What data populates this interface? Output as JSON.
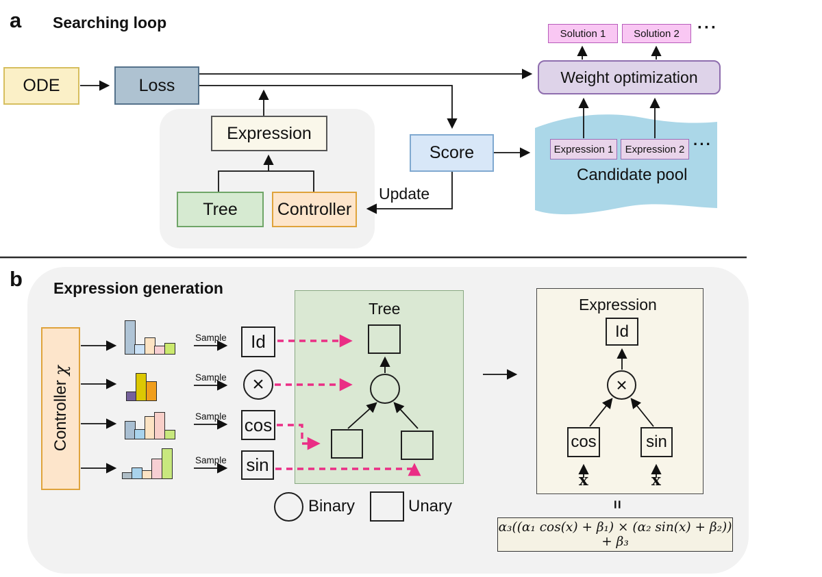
{
  "panel_a": {
    "label": "a",
    "title": "Searching loop",
    "ode": "ODE",
    "loss": "Loss",
    "expression": "Expression",
    "tree": "Tree",
    "controller": "Controller",
    "score": "Score",
    "update": "Update",
    "weight_optimization": "Weight optimization",
    "solutions": [
      "Solution 1",
      "Solution 2"
    ],
    "solutions_ellipsis": "···",
    "pool": {
      "label": "Candidate pool",
      "expressions": [
        "Expression 1",
        "Expression 2"
      ],
      "ellipsis": "···"
    }
  },
  "panel_b": {
    "label": "b",
    "title": "Expression generation",
    "controller": {
      "label": "Controller ",
      "chi": "χ"
    },
    "sample": "Sample",
    "operators": {
      "id": "Id",
      "times": "×",
      "cos": "cos",
      "sin": "sin"
    },
    "tree_panel": {
      "title": "Tree"
    },
    "expression_panel": {
      "title": "Expression",
      "id": "Id",
      "times": "×",
      "cos": "cos",
      "sin": "sin",
      "input": "x"
    },
    "legend": {
      "binary": "Binary",
      "unary": "Unary"
    },
    "equals": "=",
    "formula": "α₃((α₁ cos(x) + β₁) × (α₂ sin(x) + β₂)) + β₃",
    "histograms": [
      {
        "bars": [
          {
            "h": 48,
            "color": "#AFC4D6"
          },
          {
            "h": 13,
            "color": "#CBE2F7"
          },
          {
            "h": 23,
            "color": "#FCE3C3"
          },
          {
            "h": 11,
            "color": "#F7CFD3"
          },
          {
            "h": 15,
            "color": "#CBE96E"
          }
        ]
      },
      {
        "bars": [
          {
            "h": 12,
            "color": "#75619B"
          },
          {
            "h": 39,
            "color": "#DCC803"
          },
          {
            "h": 27,
            "color": "#F09E1C"
          }
        ]
      },
      {
        "bars": [
          {
            "h": 25,
            "color": "#A9BFD2"
          },
          {
            "h": 13,
            "color": "#A9D3EC"
          },
          {
            "h": 32,
            "color": "#FCE3C3"
          },
          {
            "h": 38,
            "color": "#F8CFC9"
          },
          {
            "h": 12,
            "color": "#C8E87E"
          }
        ]
      },
      {
        "bars": [
          {
            "h": 8,
            "color": "#AEBDC6"
          },
          {
            "h": 15,
            "color": "#A9D3EC"
          },
          {
            "h": 11,
            "color": "#FCE3C3"
          },
          {
            "h": 28,
            "color": "#F7CFD3"
          },
          {
            "h": 43,
            "color": "#C8E87E"
          }
        ]
      }
    ]
  },
  "colors": {
    "ode_fill": "#FBF0C7",
    "ode_border": "#D6BE5E",
    "loss_fill": "#AEC2D1",
    "loss_border": "#54718A",
    "score_fill": "#D8E7F8",
    "score_border": "#7FA8D0",
    "weight_opt_fill": "#DED3E9",
    "weight_opt_border": "#8E6DAE",
    "solution_fill": "#F9C7F3",
    "solution_border": "#B75BBB",
    "pool_fill": "#ABD7E8",
    "pool_expr_fill": "#E9D4EA",
    "pool_expr_border": "#9B6BB5",
    "tree_fill": "#D6EAD1",
    "tree_border": "#6FA567",
    "controller_fill": "#FDE5CB",
    "controller_border": "#DFA33B",
    "green_panel_fill": "#DAE8D3",
    "green_panel_border": "#88A881",
    "cream_panel_fill": "#F8F5E9",
    "dashed_arrow": "#EA2E85",
    "panel_bg": "#F2F2F2"
  }
}
